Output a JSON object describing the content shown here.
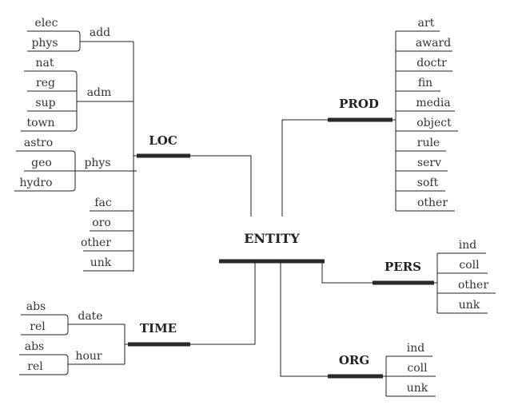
{
  "root": "ENTITY",
  "branches": {
    "loc": {
      "label": "LOC",
      "add": {
        "label": "add",
        "items": [
          "elec",
          "phys"
        ]
      },
      "adm": {
        "label": "adm",
        "items": [
          "nat",
          "reg",
          "sup",
          "town"
        ]
      },
      "phys": {
        "label": "phys",
        "items": [
          "astro",
          "geo",
          "hydro"
        ]
      },
      "leaves": [
        "fac",
        "oro",
        "other",
        "unk"
      ]
    },
    "time": {
      "label": "TIME",
      "date": {
        "label": "date",
        "items": [
          "abs",
          "rel"
        ]
      },
      "hour": {
        "label": "hour",
        "items": [
          "abs",
          "rel"
        ]
      }
    },
    "prod": {
      "label": "PROD",
      "items": [
        "art",
        "award",
        "doctr",
        "fin",
        "media",
        "object",
        "rule",
        "serv",
        "soft",
        "other"
      ]
    },
    "pers": {
      "label": "PERS",
      "items": [
        "ind",
        "coll",
        "other",
        "unk"
      ]
    },
    "org": {
      "label": "ORG",
      "items": [
        "ind",
        "coll",
        "unk"
      ]
    }
  }
}
